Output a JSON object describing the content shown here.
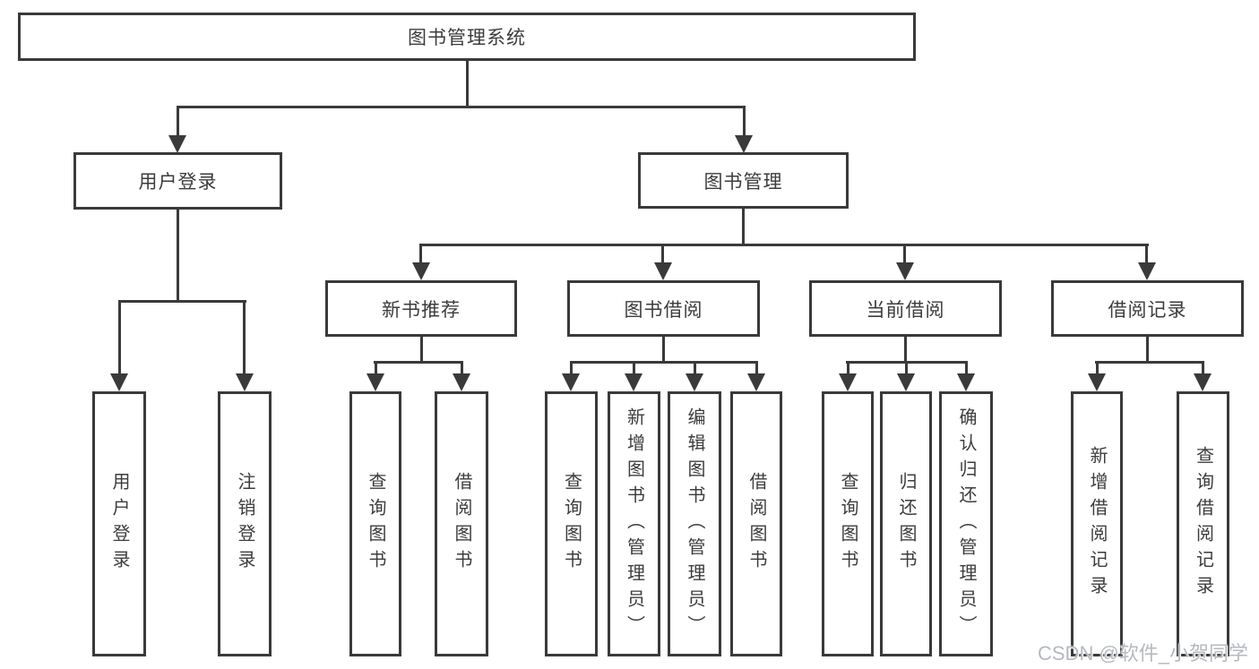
{
  "colors": {
    "line": "#3a3a3a",
    "text": "#3c3c3c",
    "background": "#ffffff",
    "watermark": "#b4bac0"
  },
  "watermark": {
    "text": "CSDN @软件_小贺同学"
  },
  "tree": {
    "root": {
      "label": "图书管理系统"
    },
    "branches": [
      {
        "label": "用户登录",
        "children": [
          {
            "label": "用户登录"
          },
          {
            "label": "注销登录"
          }
        ]
      },
      {
        "label": "图书管理",
        "children": [
          {
            "label": "新书推荐",
            "children": [
              {
                "label": "查询图书"
              },
              {
                "label": "借阅图书"
              }
            ]
          },
          {
            "label": "图书借阅",
            "children": [
              {
                "label": "查询图书"
              },
              {
                "label": "新增图书（管理员）"
              },
              {
                "label": "编辑图书（管理员）"
              },
              {
                "label": "借阅图书"
              }
            ]
          },
          {
            "label": "当前借阅",
            "children": [
              {
                "label": "查询图书"
              },
              {
                "label": "归还图书"
              },
              {
                "label": "确认归还（管理员）"
              }
            ]
          },
          {
            "label": "借阅记录",
            "children": [
              {
                "label": "新增借阅记录"
              },
              {
                "label": "查询借阅记录"
              }
            ]
          }
        ]
      }
    ]
  }
}
